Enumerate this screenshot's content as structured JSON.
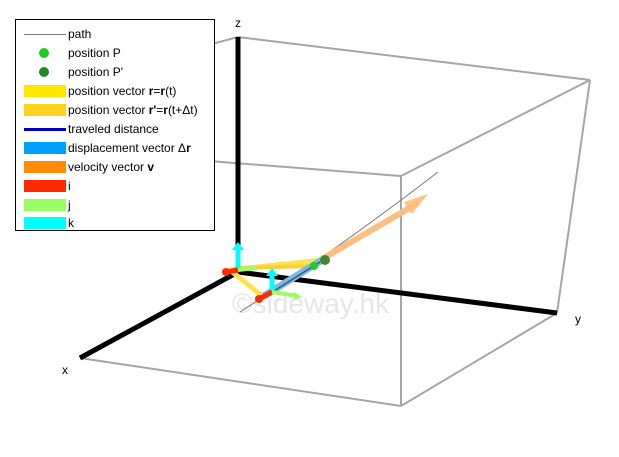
{
  "axes": {
    "x": "x",
    "y": "y",
    "z": "z"
  },
  "watermark": "©sideway.hk",
  "legend": [
    {
      "label": "path",
      "swatch": "thin-line",
      "color": "#808080"
    },
    {
      "label": "position P",
      "swatch": "dot",
      "color": "#22cc22"
    },
    {
      "label": "position P'",
      "swatch": "dot",
      "color": "#228822"
    },
    {
      "label": "position vector r=r(t)",
      "plain": "position vector ",
      "bold1": "r",
      "mid": "=",
      "bold2": "r",
      "tail": "(t)",
      "swatch": "band",
      "color": "#ffe600"
    },
    {
      "label": "position vector r'=r(t+Δt)",
      "plain": "position vector ",
      "bold1": "r'",
      "mid": "=",
      "bold2": "r",
      "tail": "(t+Δt)",
      "swatch": "band",
      "color": "#ffd21e"
    },
    {
      "label": "traveled distance",
      "swatch": "thick-line",
      "color": "#0000cc"
    },
    {
      "label": "displacement vector Δr",
      "plain": "displacement vector Δ",
      "bold1": "r",
      "swatch": "band",
      "color": "#00a0ff"
    },
    {
      "label": "velocity vector v",
      "plain": "velocity vector ",
      "bold1": "v",
      "swatch": "band",
      "color": "#ff8c00"
    },
    {
      "label": "i",
      "swatch": "band",
      "color": "#ff2a00"
    },
    {
      "label": "j",
      "swatch": "band",
      "color": "#99ff66"
    },
    {
      "label": "k",
      "swatch": "band",
      "color": "#00ffff"
    }
  ]
}
